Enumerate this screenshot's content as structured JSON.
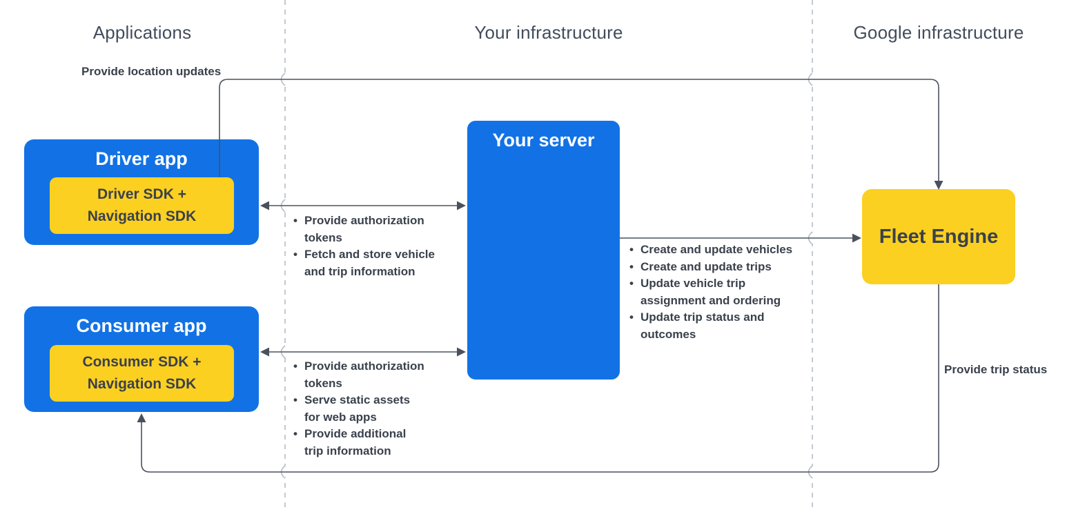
{
  "lanes": {
    "applications": "Applications",
    "your_infrastructure": "Your infrastructure",
    "google_infrastructure": "Google infrastructure"
  },
  "boxes": {
    "driver_app": {
      "title": "Driver app",
      "sdk": "Driver SDK +\nNavigation SDK"
    },
    "consumer_app": {
      "title": "Consumer app",
      "sdk": "Consumer SDK +\nNavigation SDK"
    },
    "your_server": {
      "title": "Your server"
    },
    "fleet_engine": {
      "title": "Fleet Engine"
    }
  },
  "edge_labels": {
    "provide_location_updates": "Provide location updates",
    "provide_trip_status": "Provide trip status"
  },
  "connections": {
    "driver_server_bullets": [
      "Provide authorization\ntokens",
      "Fetch and store vehicle\nand trip information"
    ],
    "consumer_server_bullets": [
      "Provide authorization\ntokens",
      "Serve static assets\nfor web apps",
      "Provide additional\ntrip information"
    ],
    "server_fleet_bullets": [
      "Create and update vehicles",
      "Create and update trips",
      "Update vehicle trip\nassignment and ordering",
      "Update trip status and\noutcomes"
    ]
  },
  "colors": {
    "box_blue": "#1272e5",
    "box_yellow": "#fcd020",
    "connector_dark": "#4a515d",
    "divider_gray": "#b6bcc5",
    "text_dark": "#3a414c",
    "heading_gray": "#424c5c"
  }
}
